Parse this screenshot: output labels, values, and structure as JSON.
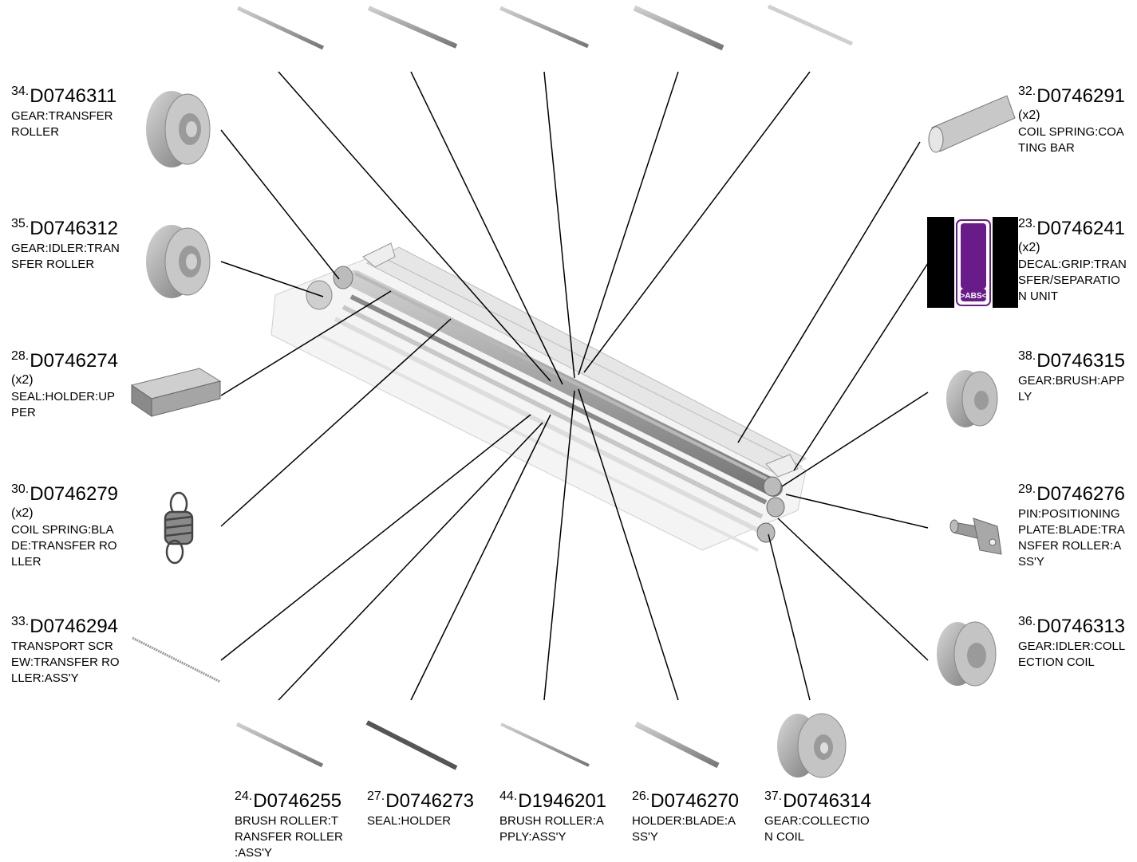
{
  "parts": [
    {
      "id": "p34",
      "num": "34.",
      "code": "D0746311",
      "qty": "",
      "desc": "GEAR:TRANSFER\nROLLER"
    },
    {
      "id": "p35",
      "num": "35.",
      "code": "D0746312",
      "qty": "",
      "desc": "GEAR:IDLER:TRAN\nSFER ROLLER"
    },
    {
      "id": "p28",
      "num": "28.",
      "code": "D0746274",
      "qty": "(x2)",
      "desc": "SEAL:HOLDER:UP\nPER"
    },
    {
      "id": "p30",
      "num": "30.",
      "code": "D0746279",
      "qty": "(x2)",
      "desc": "COIL SPRING:BLA\nDE:TRANSFER RO\nLLER"
    },
    {
      "id": "p33",
      "num": "33.",
      "code": "D0746294",
      "qty": "",
      "desc": "TRANSPORT SCR\nEW:TRANSFER RO\nLLER:ASS'Y"
    },
    {
      "id": "p32",
      "num": "32.",
      "code": "D0746291",
      "qty": "(x2)",
      "desc": "COIL SPRING:COA\nTING BAR"
    },
    {
      "id": "p23",
      "num": "23.",
      "code": "D0746241",
      "qty": "(x2)",
      "desc": "DECAL:GRIP:TRAN\nSFER/SEPARATIO\nN UNIT"
    },
    {
      "id": "p38",
      "num": "38.",
      "code": "D0746315",
      "qty": "",
      "desc": "GEAR:BRUSH:APP\nLY"
    },
    {
      "id": "p29",
      "num": "29.",
      "code": "D0746276",
      "qty": "",
      "desc": "PIN:POSITIONING\nPLATE:BLADE:TRA\nNSFER ROLLER:A\nSS'Y"
    },
    {
      "id": "p36",
      "num": "36.",
      "code": "D0746313",
      "qty": "",
      "desc": "GEAR:IDLER:COLL\nECTION COIL"
    },
    {
      "id": "p24",
      "num": "24.",
      "code": "D0746255",
      "qty": "",
      "desc": "BRUSH ROLLER:T\nRANSFER ROLLER\n:ASS'Y"
    },
    {
      "id": "p27",
      "num": "27.",
      "code": "D0746273",
      "qty": "",
      "desc": "SEAL:HOLDER"
    },
    {
      "id": "p44",
      "num": "44.",
      "code": "D1946201",
      "qty": "",
      "desc": "BRUSH ROLLER:A\nPPLY:ASS'Y"
    },
    {
      "id": "p26",
      "num": "26.",
      "code": "D0746270",
      "qty": "",
      "desc": "HOLDER:BLADE:A\nSS'Y"
    },
    {
      "id": "p37",
      "num": "37.",
      "code": "D0746314",
      "qty": "",
      "desc": "GEAR:COLLECTIO\nN COIL"
    }
  ],
  "decal_text": ">ABS<",
  "colors": {
    "decal_purple": "#6a1b8a",
    "part_gray": "#9a9a9a",
    "leader": "#000000"
  }
}
